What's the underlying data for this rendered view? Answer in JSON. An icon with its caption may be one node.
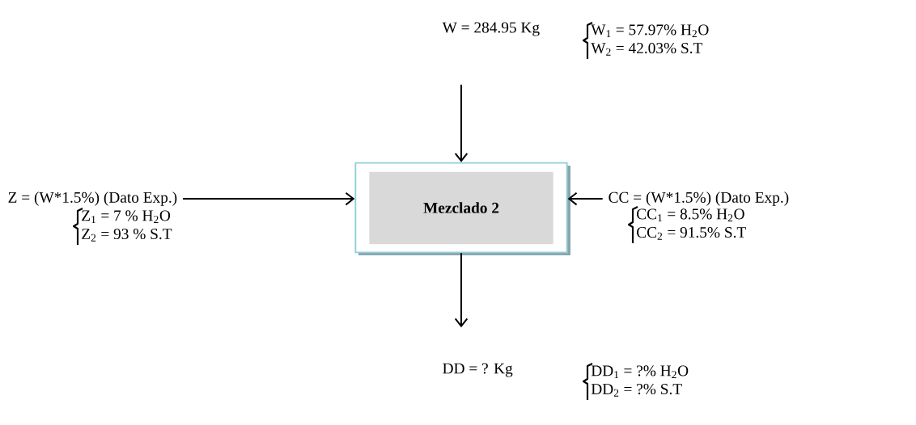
{
  "diagram": {
    "nodes": [
      {
        "text": [
          "W = 284.95 Kg",
          "W$_{1}$ = 57.97% H$_{2}$O",
          "W$_{2}$ = 42.03% S.T"
        ]
      },
      {
        "text": [
          "Z = (W*1.5%) (Dato Exp.)",
          "Z$_{1}$ = 7 % H$_{2}$O",
          "Z$_{2}$ = 93 % S.T"
        ]
      },
      {
        "text": [
          "Mezclado 2"
        ]
      },
      {
        "text": [
          "CC = (W*1.5%) (Dato Exp.)",
          "CC$_{1}$ = 8.5% H$_{2}$O",
          "CC$_{2}$ = 91.5% S.T"
        ]
      },
      {
        "text": [
          "DD = ? Kg",
          "DD$_{1}$ = ?% H$_{2}$O",
          "DD$_{2}$ = ?% S.T"
        ]
      }
    ],
    "edges": [
      {
        "from": 0,
        "to": 2,
        "arrow": "to"
      },
      {
        "from": 1,
        "to": 2,
        "arrow": "to"
      },
      {
        "from": 3,
        "to": 2,
        "arrow": "to"
      },
      {
        "from": 2,
        "to": 4,
        "arrow": "to"
      }
    ]
  }
}
